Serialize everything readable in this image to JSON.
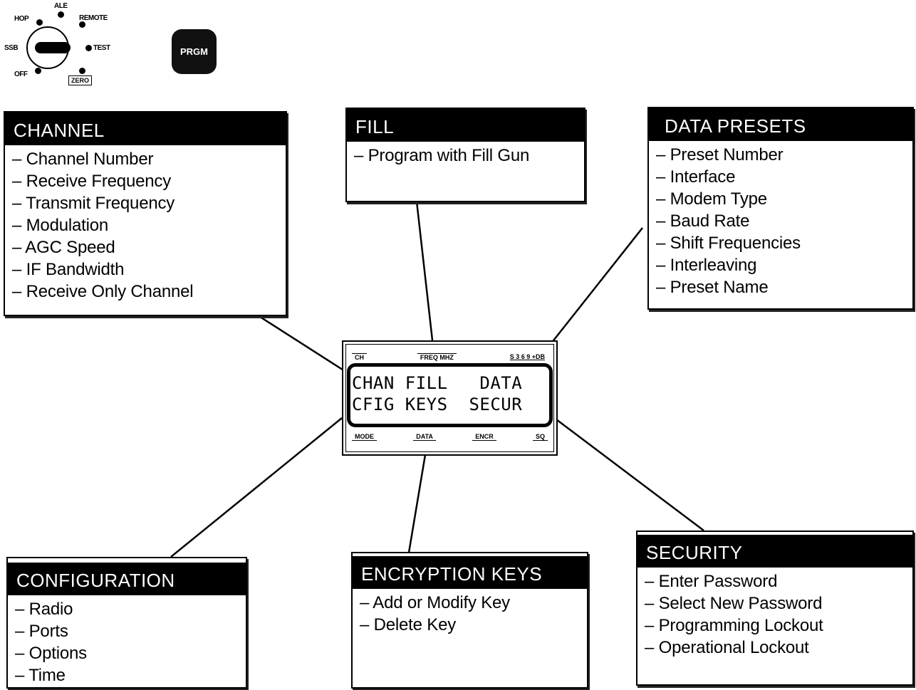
{
  "mode_dial": {
    "labels": {
      "ale": "ALE",
      "hop": "HOP",
      "remote": "REMOTE",
      "ssb": "SSB",
      "test": "TEST",
      "off": "OFF",
      "zero": "ZERO"
    }
  },
  "prgm_button": {
    "label": "PRGM"
  },
  "display": {
    "top_labels": [
      "CH",
      "FREQ MHZ",
      "S 3 6 9 +DB"
    ],
    "row1": "CHAN FILL   DATA",
    "row2": "CFIG KEYS  SECUR",
    "bottom_labels": [
      "MODE",
      "DATA",
      "ENCR",
      "SQ"
    ]
  },
  "menus": {
    "channel": {
      "title": "CHANNEL",
      "items": [
        "Channel Number",
        "Receive Frequency",
        "Transmit Frequency",
        "Modulation",
        "AGC Speed",
        "IF Bandwidth",
        "Receive Only Channel"
      ]
    },
    "fill": {
      "title": "FILL",
      "items": [
        "Program with Fill Gun"
      ]
    },
    "data_presets": {
      "title": "DATA PRESETS",
      "items": [
        "Preset Number",
        "Interface",
        "Modem Type",
        "Baud Rate",
        "Shift Frequencies",
        "Interleaving",
        "Preset Name"
      ]
    },
    "configuration": {
      "title": "CONFIGURATION",
      "items": [
        "Radio",
        "Ports",
        "Options",
        "Time"
      ]
    },
    "encryption_keys": {
      "title": "ENCRYPTION KEYS",
      "items": [
        "Add or Modify Key",
        "Delete Key"
      ]
    },
    "security": {
      "title": "SECURITY",
      "items": [
        "Enter Password",
        "Select New Password",
        "Programming Lockout",
        "Operational Lockout"
      ]
    }
  }
}
